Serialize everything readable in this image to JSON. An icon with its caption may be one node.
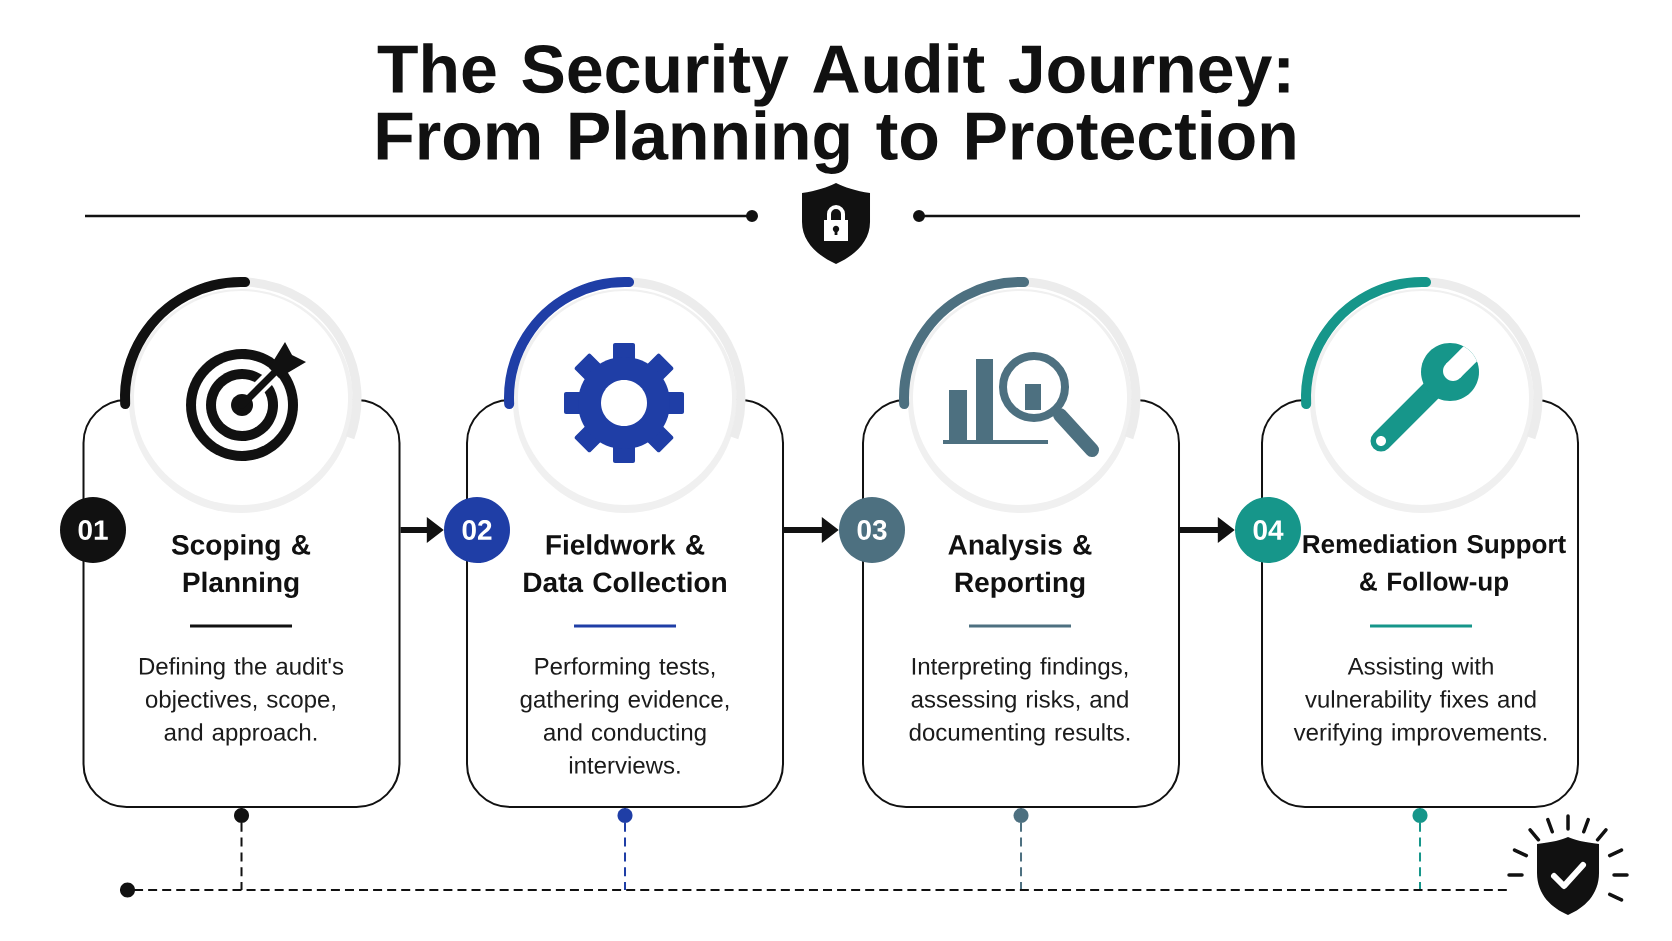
{
  "diagram": {
    "title": "The Security Audit Journey: From Planning to Protection",
    "nodes": [
      {
        "text": [
          "01"
        ]
      },
      {
        "text": [
          "Scoping & Planning",
          "Defining the audit's objectives, scope, and approach."
        ]
      },
      {
        "text": [
          "02"
        ]
      },
      {
        "text": [
          "Fieldwork & Data Collection",
          "Performing tests, gathering evidence, and conducting interviews."
        ]
      },
      {
        "text": [
          "03"
        ]
      },
      {
        "text": [
          "Analysis & Reporting",
          "Interpreting findings, assessing risks, and documenting results."
        ]
      },
      {
        "text": [
          "04"
        ]
      },
      {
        "text": [
          "Remediation Support & Follow-up",
          "Assisting with vulnerability fixes and verifying improvements."
        ]
      },
      {
        "text": [],
        "shape": "picture"
      }
    ],
    "edges": [
      {
        "from": 1,
        "to": 2,
        "arrow": "to",
        "style": "thick"
      },
      {
        "from": 3,
        "to": 4,
        "arrow": "to",
        "style": "thick"
      },
      {
        "from": 5,
        "to": 6,
        "arrow": "to",
        "style": "thick"
      },
      {
        "from": 1,
        "to": null,
        "arrow": "other",
        "style": "dashed"
      },
      {
        "from": 3,
        "to": null,
        "arrow": "other",
        "style": "dashed",
        "color": "#1f3ea6"
      },
      {
        "from": 5,
        "to": null,
        "arrow": "other",
        "style": "dashed",
        "color": "#4d7080"
      },
      {
        "from": 7,
        "to": null,
        "arrow": "other",
        "style": "dashed",
        "color": "#16968a"
      },
      {
        "from": null,
        "to": 8,
        "arrow": "other",
        "style": "dashed"
      }
    ]
  }
}
